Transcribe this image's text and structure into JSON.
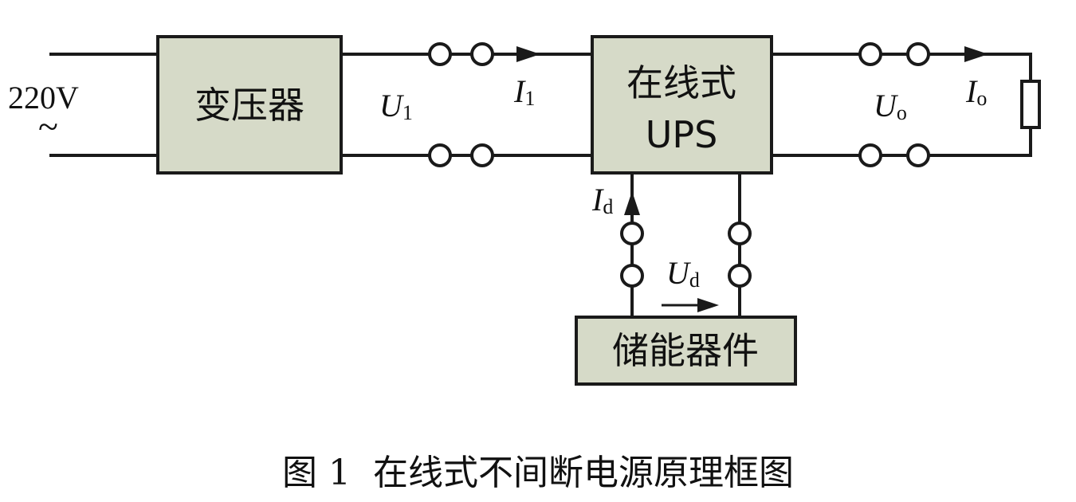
{
  "source": {
    "voltage": "220V",
    "ac_symbol": "~"
  },
  "blocks": {
    "transformer": "变压器",
    "ups_line1": "在线式",
    "ups_line2": "UPS",
    "storage": "储能器件"
  },
  "labels": {
    "u1_main": "U",
    "u1_sub": "1",
    "i1_main": "I",
    "i1_sub": "1",
    "uo_main": "U",
    "uo_sub": "o",
    "io_main": "I",
    "io_sub": "o",
    "id_main": "I",
    "id_sub": "d",
    "ud_main": "U",
    "ud_sub": "d"
  },
  "caption": "图 1  在线式不间断电源原理框图"
}
